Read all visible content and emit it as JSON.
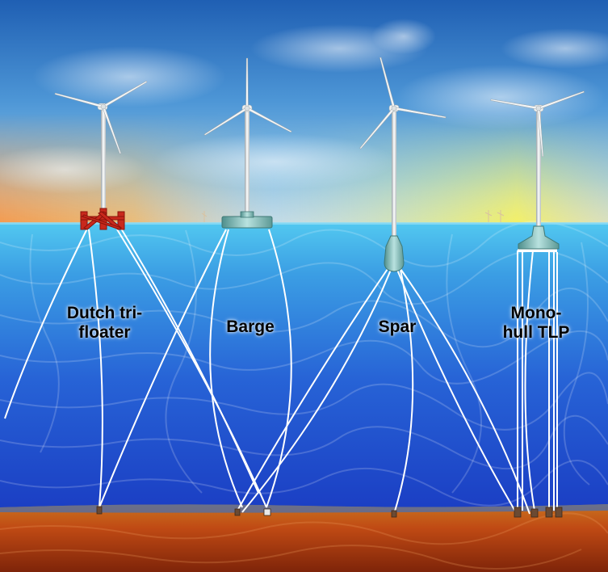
{
  "labels": {
    "trifloater": "Dutch tri-\nfloater",
    "barge": "Barge",
    "spar": "Spar",
    "tlp": "Mono-\nhull TLP"
  },
  "colors": {
    "sky_top": "#1f5fb3",
    "sky_mid": "#5aa5d8",
    "horizon_orange": "#f6a24a",
    "horizon_yellow": "#f2ee6a",
    "sea_top": "#4bc4ee",
    "sea_deep": "#1a43c8",
    "seabed_top": "#c7651c",
    "seabed_bottom": "#8a2a0c",
    "trifloater_red": "#c8281c",
    "structure_teal": "#7ab7b3"
  },
  "icons": [
    "wind-turbine",
    "mooring-line",
    "anchor",
    "tendon"
  ]
}
